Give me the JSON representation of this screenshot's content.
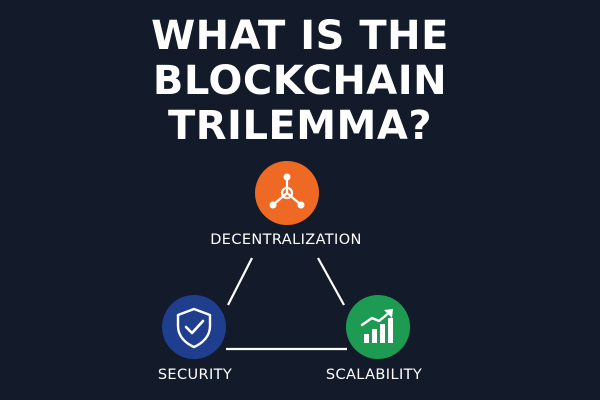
{
  "title": {
    "line1": "WHAT IS THE",
    "line2": "BLOCKCHAIN",
    "line3": "TRILEMMA?"
  },
  "nodes": {
    "decentralization": {
      "label": "DECENTRALIZATION",
      "color": "#ee6a24",
      "icon": "network-hub-icon"
    },
    "security": {
      "label": "SECURITY",
      "color": "#1f3f8e",
      "icon": "shield-check-icon"
    },
    "scalability": {
      "label": "SCALABILITY",
      "color": "#1e9b52",
      "icon": "growth-chart-icon"
    }
  },
  "colors": {
    "background": "#131a2a",
    "text": "#ffffff",
    "connector": "#ffffff"
  }
}
